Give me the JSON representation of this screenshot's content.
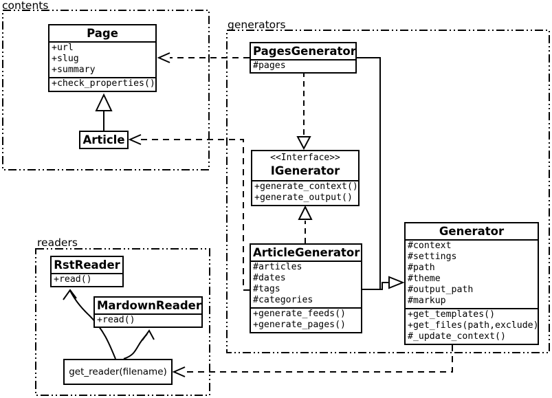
{
  "uml": {
    "packages": {
      "contents": {
        "label": "contents"
      },
      "generators": {
        "label": "generators"
      },
      "readers": {
        "label": "readers"
      }
    },
    "classes": {
      "page": {
        "name": "Page",
        "attributes": [
          "+url",
          "+slug",
          "+summary"
        ],
        "methods": [
          "+check_properties()"
        ]
      },
      "article": {
        "name": "Article"
      },
      "pages_generator": {
        "name": "PagesGenerator",
        "attributes": [
          "#pages"
        ]
      },
      "igenerator": {
        "stereotype": "<<Interface>>",
        "name": "IGenerator",
        "methods": [
          "+generate_context()",
          "+generate_output()"
        ]
      },
      "article_generator": {
        "name": "ArticleGenerator",
        "attributes": [
          "#articles",
          "#dates",
          "#tags",
          "#categories"
        ],
        "methods": [
          "+generate_feeds()",
          "+generate_pages()"
        ]
      },
      "generator": {
        "name": "Generator",
        "attributes": [
          "#context",
          "#settings",
          "#path",
          "#theme",
          "#output_path",
          "#markup"
        ],
        "methods": [
          "+get_templates()",
          "+get_files(path,exclude)",
          "#_update_context()"
        ]
      },
      "rst_reader": {
        "name": "RstReader",
        "methods": [
          "+read()"
        ]
      },
      "mardown_reader": {
        "name": "MardownReader",
        "methods": [
          "+read()"
        ]
      },
      "get_reader": {
        "label": "get_reader(filename)"
      }
    },
    "relationships": [
      {
        "from": "Article",
        "to": "Page",
        "type": "inheritance"
      },
      {
        "from": "PagesGenerator",
        "to": "Page",
        "type": "dependency"
      },
      {
        "from": "ArticleGenerator",
        "to": "Article",
        "type": "dependency"
      },
      {
        "from": "PagesGenerator",
        "to": "IGenerator",
        "type": "realization"
      },
      {
        "from": "ArticleGenerator",
        "to": "IGenerator",
        "type": "realization"
      },
      {
        "from": "PagesGenerator",
        "to": "Generator",
        "type": "inheritance"
      },
      {
        "from": "ArticleGenerator",
        "to": "Generator",
        "type": "inheritance"
      },
      {
        "from": "Generator",
        "to": "get_reader(filename)",
        "type": "dependency"
      },
      {
        "from": "get_reader(filename)",
        "to": "RstReader",
        "type": "association"
      },
      {
        "from": "get_reader(filename)",
        "to": "MardownReader",
        "type": "association"
      }
    ],
    "colors": {
      "line": "#000000",
      "background": "#ffffff",
      "box_fill": "#ffffff"
    }
  }
}
